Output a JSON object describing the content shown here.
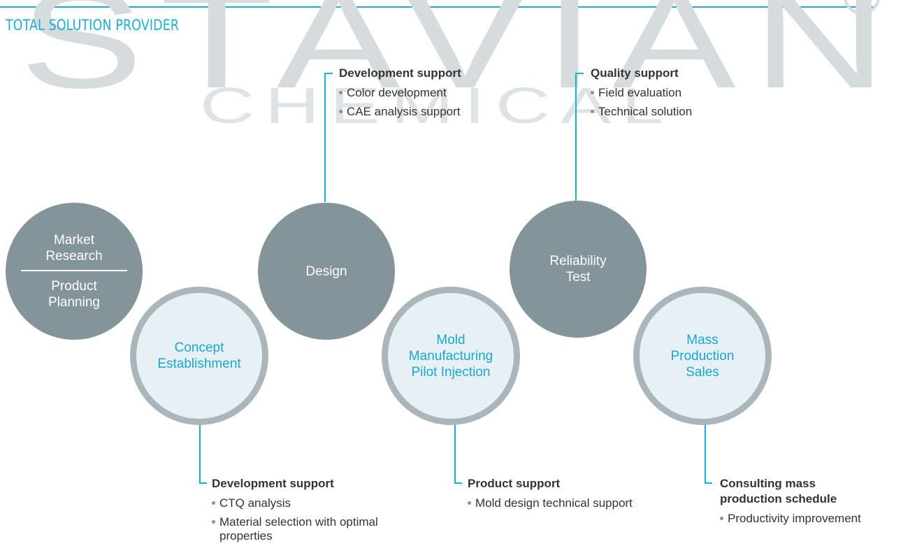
{
  "header": {
    "title": "TOTAL SOLUTION PROVIDER"
  },
  "watermark": {
    "brand": "STAVIAN",
    "sub": "CHEMICAL",
    "registered": "R"
  },
  "colors": {
    "accent": "#19afd4",
    "dark_circle": "#84949b",
    "light_circle_fill": "#e6f0f5",
    "light_circle_border": "#aab6bc",
    "watermark": "#d6dbde"
  },
  "stages": [
    {
      "id": "market",
      "style": "dark",
      "lines": [
        "Market",
        "Research"
      ],
      "lines2": [
        "Product",
        "Planning"
      ]
    },
    {
      "id": "concept",
      "style": "light",
      "lines": [
        "Concept",
        "Establishment"
      ]
    },
    {
      "id": "design",
      "style": "dark",
      "lines": [
        "Design"
      ]
    },
    {
      "id": "mold",
      "style": "light",
      "lines": [
        "Mold",
        "Manufacturing",
        "Pilot Injection"
      ]
    },
    {
      "id": "reliability",
      "style": "dark",
      "lines": [
        "Reliability",
        "Test"
      ]
    },
    {
      "id": "mass",
      "style": "light",
      "lines": [
        "Mass",
        "Production",
        "Sales"
      ]
    }
  ],
  "notes": {
    "design": {
      "heading": "Development support",
      "items": [
        "Color development",
        "CAE analysis support"
      ]
    },
    "reliability": {
      "heading": "Quality support",
      "items": [
        "Field evaluation",
        "Technical solution"
      ]
    },
    "concept": {
      "heading": "Development support",
      "items": [
        "CTQ analysis",
        "Material selection with optimal properties"
      ]
    },
    "mold": {
      "heading": "Product support",
      "items": [
        "Mold design technical support"
      ]
    },
    "mass": {
      "heading": "Consulting mass production schedule",
      "items": [
        "Productivity improvement"
      ]
    }
  }
}
